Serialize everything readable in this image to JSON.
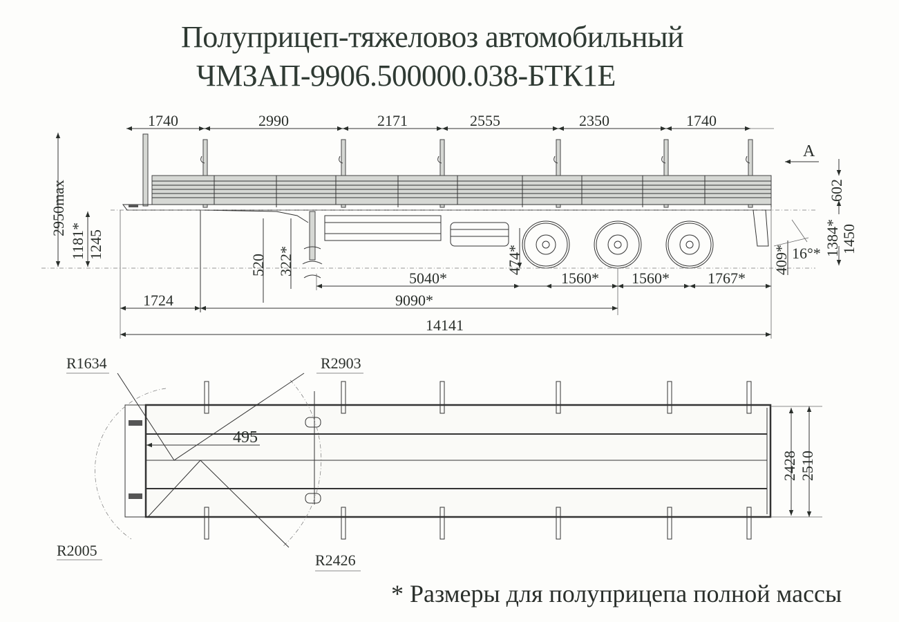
{
  "title": {
    "line1": "Полуприцеп-тяжеловоз автомобильный",
    "line2": "ЧМЗАП-9906.500000.038-БТК1Е"
  },
  "side_view": {
    "top_dims": [
      "1740",
      "2990",
      "2171",
      "2555",
      "2350",
      "1740"
    ],
    "height_max": "2950max",
    "coupling_height_loaded": "1181*",
    "coupling_height": "1245",
    "support_520": "520",
    "support_322": "322*",
    "ground_clearance": "474*",
    "rear_clearance": "409*",
    "departure_angle": "16°*",
    "side_height": "602",
    "rear_height_loaded": "1384*",
    "rear_height": "1450",
    "view_label": "A",
    "kingpin_offset": "1724",
    "support_to_axle": "5040*",
    "kingpin_to_axle": "9090*",
    "axle_spacing_1": "1560*",
    "axle_spacing_2": "1560*",
    "rear_overhang": "1767*",
    "overall_length": "14141"
  },
  "top_view": {
    "radius_front": "R1634",
    "radius_swing": "R2903",
    "radius_corner": "R2005",
    "radius_rear": "R2426",
    "kingpin_offset": "495",
    "inner_width": "2428",
    "overall_width": "2510"
  },
  "footnote": "* Размеры для полуприцепа полной массы",
  "colors": {
    "ink": "#2a2f2b",
    "paper": "#fdfdfb",
    "panel": "#d6d8d4"
  }
}
